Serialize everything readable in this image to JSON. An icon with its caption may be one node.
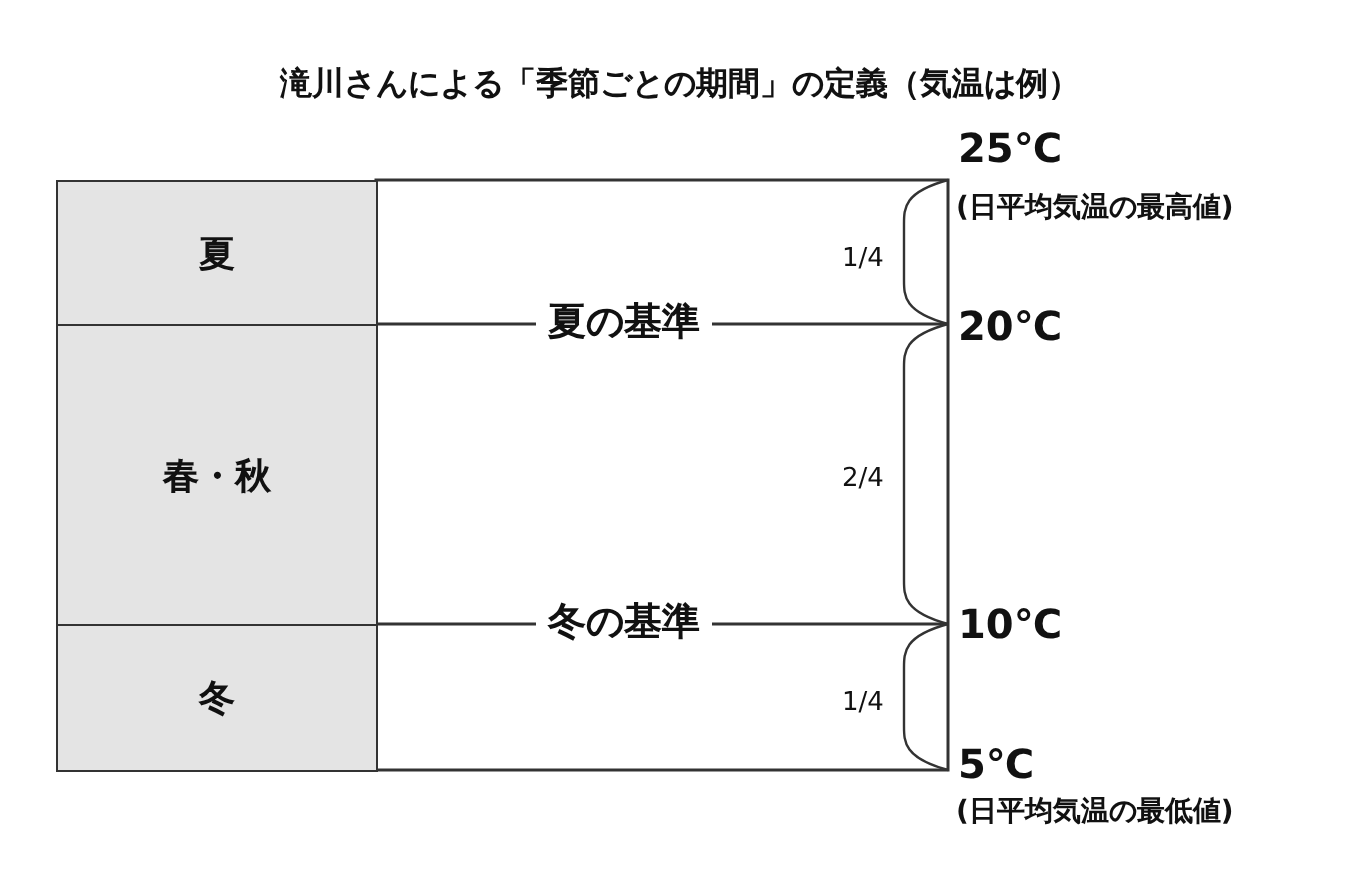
{
  "diagram": {
    "title": "滝川さんによる「季節ごとの期間」の定義（気温は例）",
    "nodes": [
      {
        "text": [
          "夏"
        ]
      },
      {
        "text": [
          "春・秋"
        ]
      },
      {
        "text": [
          "冬"
        ]
      }
    ],
    "labels": [
      "25℃",
      "(日平均気温の最高値)",
      "1/4",
      "夏の基準",
      "20℃",
      "2/4",
      "冬の基準",
      "10℃",
      "1/4",
      "5℃",
      "(日平均気温の最低値)"
    ]
  }
}
